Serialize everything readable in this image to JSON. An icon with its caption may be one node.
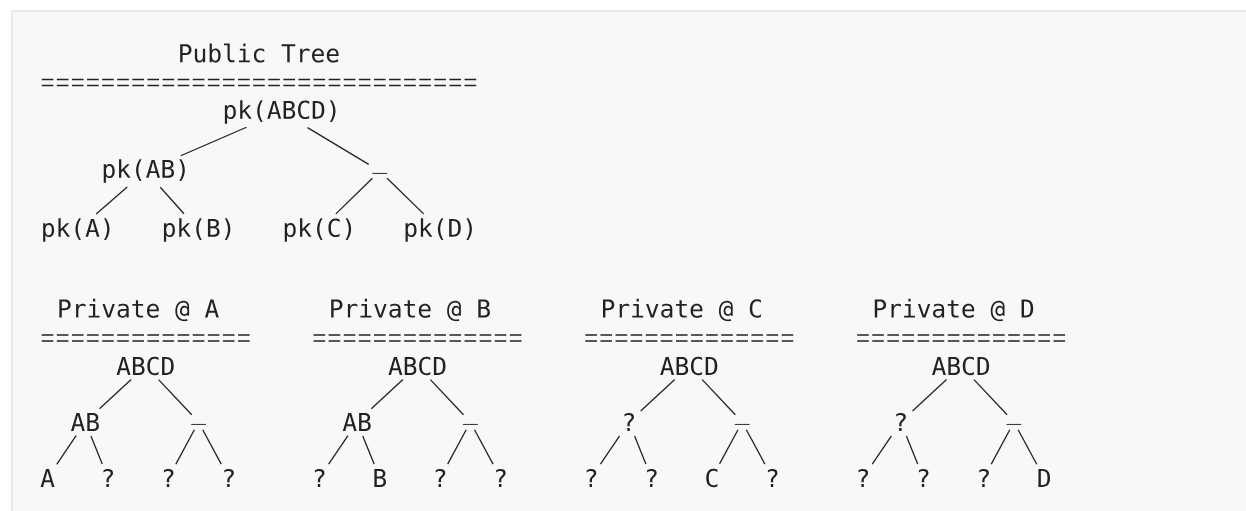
{
  "diagram": {
    "nodes": [
      {
        "text": [
          "pk(ABCD)"
        ]
      },
      {
        "text": [
          "pk(AB)"
        ]
      },
      {
        "text": [
          "_"
        ]
      },
      {
        "text": [
          "pk(A)"
        ]
      },
      {
        "text": [
          "pk(B)"
        ]
      },
      {
        "text": [
          "pk(C)"
        ]
      },
      {
        "text": [
          "pk(D)"
        ]
      },
      {
        "text": [
          "ABCD"
        ]
      },
      {
        "text": [
          "AB"
        ]
      },
      {
        "text": [
          "_"
        ]
      },
      {
        "text": [
          "A"
        ]
      },
      {
        "text": [
          "?"
        ]
      },
      {
        "text": [
          "?"
        ]
      },
      {
        "text": [
          "?"
        ]
      },
      {
        "text": [
          "ABCD"
        ]
      },
      {
        "text": [
          "AB"
        ]
      },
      {
        "text": [
          "_"
        ]
      },
      {
        "text": [
          "?"
        ]
      },
      {
        "text": [
          "B"
        ]
      },
      {
        "text": [
          "?"
        ]
      },
      {
        "text": [
          "?"
        ]
      },
      {
        "text": [
          "ABCD"
        ]
      },
      {
        "text": [
          "?"
        ]
      },
      {
        "text": [
          "_"
        ]
      },
      {
        "text": [
          "?"
        ]
      },
      {
        "text": [
          "?"
        ]
      },
      {
        "text": [
          "C"
        ]
      },
      {
        "text": [
          "?"
        ]
      },
      {
        "text": [
          "ABCD"
        ]
      },
      {
        "text": [
          "?"
        ]
      },
      {
        "text": [
          "_"
        ]
      },
      {
        "text": [
          "?"
        ]
      },
      {
        "text": [
          "?"
        ]
      },
      {
        "text": [
          "?"
        ]
      },
      {
        "text": [
          "D"
        ]
      }
    ],
    "edges": [
      {
        "from": 0,
        "to": 1,
        "arrow": "none"
      },
      {
        "from": 0,
        "to": 2,
        "arrow": "none"
      },
      {
        "from": 1,
        "to": 3,
        "arrow": "none"
      },
      {
        "from": 1,
        "to": 4,
        "arrow": "none"
      },
      {
        "from": 2,
        "to": 5,
        "arrow": "none"
      },
      {
        "from": 2,
        "to": 6,
        "arrow": "none"
      },
      {
        "from": 7,
        "to": 8,
        "arrow": "none"
      },
      {
        "from": 7,
        "to": 9,
        "arrow": "none"
      },
      {
        "from": 8,
        "to": 10,
        "arrow": "none"
      },
      {
        "from": 8,
        "to": 11,
        "arrow": "none"
      },
      {
        "from": 9,
        "to": 12,
        "arrow": "none"
      },
      {
        "from": 9,
        "to": 13,
        "arrow": "none"
      },
      {
        "from": 14,
        "to": 15,
        "arrow": "none"
      },
      {
        "from": 14,
        "to": 16,
        "arrow": "none"
      },
      {
        "from": 15,
        "to": 17,
        "arrow": "none"
      },
      {
        "from": 15,
        "to": 18,
        "arrow": "none"
      },
      {
        "from": 16,
        "to": 19,
        "arrow": "none"
      },
      {
        "from": 16,
        "to": 20,
        "arrow": "none"
      },
      {
        "from": 21,
        "to": 22,
        "arrow": "none"
      },
      {
        "from": 21,
        "to": 23,
        "arrow": "none"
      },
      {
        "from": 22,
        "to": 24,
        "arrow": "none"
      },
      {
        "from": 22,
        "to": 25,
        "arrow": "none"
      },
      {
        "from": 23,
        "to": 26,
        "arrow": "none"
      },
      {
        "from": 23,
        "to": 27,
        "arrow": "none"
      },
      {
        "from": 28,
        "to": 29,
        "arrow": "none"
      },
      {
        "from": 28,
        "to": 30,
        "arrow": "none"
      },
      {
        "from": 29,
        "to": 31,
        "arrow": "none"
      },
      {
        "from": 29,
        "to": 32,
        "arrow": "none"
      },
      {
        "from": 30,
        "to": 33,
        "arrow": "none"
      },
      {
        "from": 30,
        "to": 34,
        "arrow": "none"
      }
    ],
    "labels": [
      "Public Tree",
      "Private @ A",
      "Private @ B",
      "Private @ C",
      "Private @ D"
    ]
  }
}
